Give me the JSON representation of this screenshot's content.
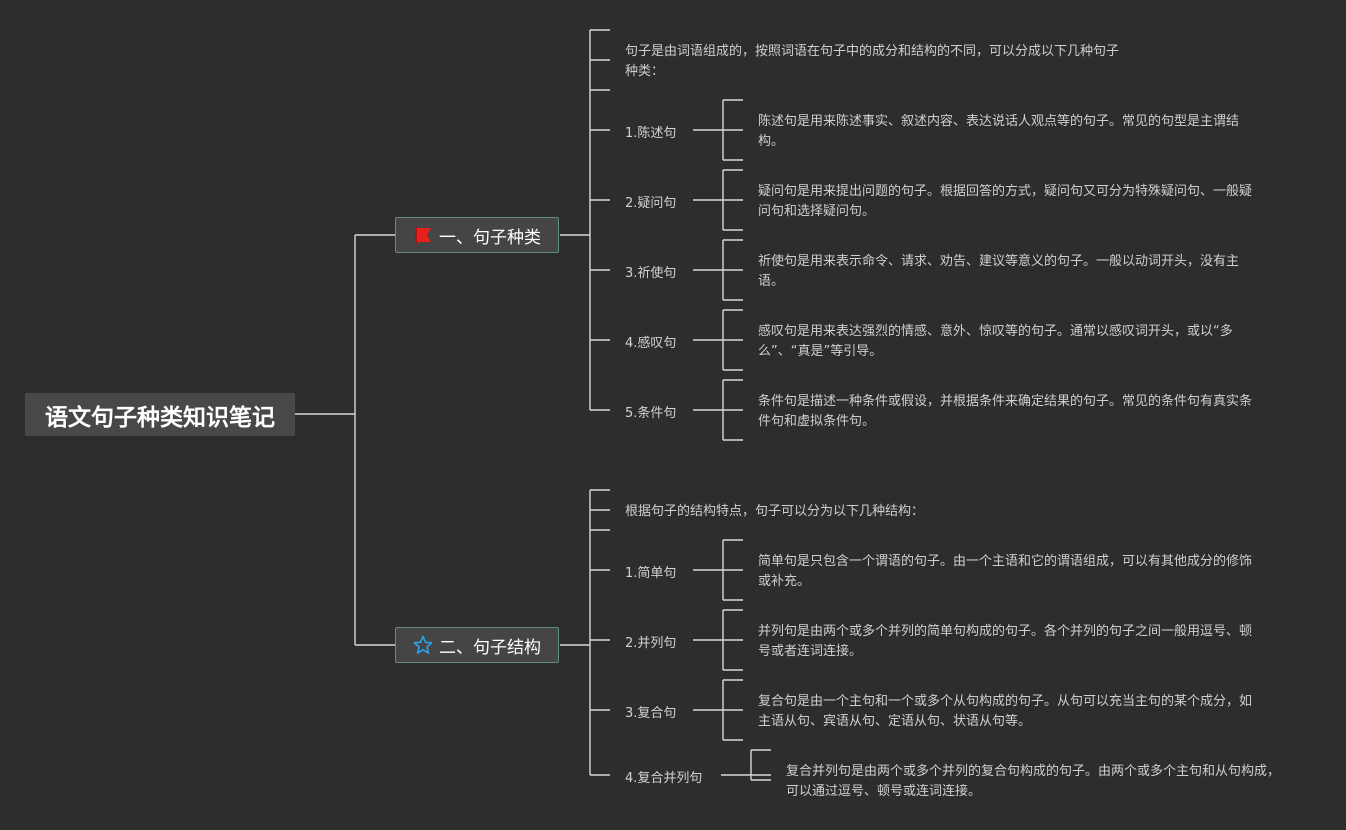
{
  "root": {
    "title": "语文句子种类知识笔记"
  },
  "colors": {
    "background": "#2d2d2d",
    "line": "#d8d8d8",
    "flag": "#e8201b",
    "star": "#2aa4e8",
    "branch_border": "#5f8f7f"
  },
  "branches": [
    {
      "label": "一、句子种类",
      "icon": "red-flag-icon",
      "intro": "句子是由词语组成的，按照词语在句子中的成分和结构的不同，可以分成以下几种句子种类：",
      "items": [
        {
          "label": "1.陈述句",
          "desc": "陈述句是用来陈述事实、叙述内容、表达说话人观点等的句子。常见的句型是主谓结构。"
        },
        {
          "label": "2.疑问句",
          "desc": "疑问句是用来提出问题的句子。根据回答的方式，疑问句又可分为特殊疑问句、一般疑问句和选择疑问句。"
        },
        {
          "label": "3.祈使句",
          "desc": "祈使句是用来表示命令、请求、劝告、建议等意义的句子。一般以动词开头，没有主语。"
        },
        {
          "label": "4.感叹句",
          "desc": "感叹句是用来表达强烈的情感、意外、惊叹等的句子。通常以感叹词开头，或以“多么”、“真是”等引导。"
        },
        {
          "label": "5.条件句",
          "desc": "条件句是描述一种条件或假设，并根据条件来确定结果的句子。常见的条件句有真实条件句和虚拟条件句。"
        }
      ]
    },
    {
      "label": "二、句子结构",
      "icon": "star-icon",
      "intro": "根据句子的结构特点，句子可以分为以下几种结构：",
      "items": [
        {
          "label": "1.简单句",
          "desc": "简单句是只包含一个谓语的句子。由一个主语和它的谓语组成，可以有其他成分的修饰或补充。"
        },
        {
          "label": "2.并列句",
          "desc": "并列句是由两个或多个并列的简单句构成的句子。各个并列的句子之间一般用逗号、顿号或者连词连接。"
        },
        {
          "label": "3.复合句",
          "desc": "复合句是由一个主句和一个或多个从句构成的句子。从句可以充当主句的某个成分，如主语从句、宾语从句、定语从句、状语从句等。"
        },
        {
          "label": "4.复合并列句",
          "desc": "复合并列句是由两个或多个并列的复合句构成的句子。由两个或多个主句和从句构成，可以通过逗号、顿号或连词连接。"
        }
      ]
    }
  ]
}
